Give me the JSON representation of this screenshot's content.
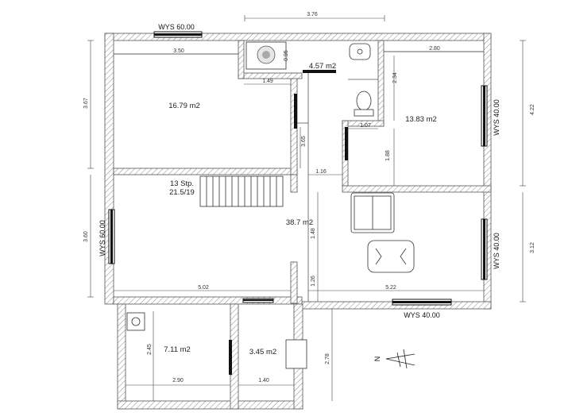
{
  "rooms": [
    {
      "area": "16.79 m2"
    },
    {
      "area": "4.57 m2"
    },
    {
      "area": "13.83 m2"
    },
    {
      "area": "38.7 m2"
    },
    {
      "area": "7.11 m2"
    },
    {
      "area": "3.45 m2"
    }
  ],
  "stairs": {
    "steps": "13 Stp.",
    "ratio": "21.5/19"
  },
  "windows": [
    {
      "label": "WYS 60.00"
    },
    {
      "label": "WYS 40.00"
    },
    {
      "label": "WYS 40.00"
    },
    {
      "label": "WYS 60.00"
    },
    {
      "label": "WYS 40.00"
    }
  ],
  "dimensions": [
    "3.76",
    "3.50",
    "0.95",
    "2.80",
    "2.34",
    "1.49",
    "3.67",
    "3.65",
    "4.22",
    "1.07",
    "1.88",
    "1.16",
    "3.60",
    "1.48",
    "3.12",
    "1.26",
    "5.02",
    "5.22",
    "2.45",
    "2.78",
    "2.90",
    "1.40"
  ],
  "north": "N"
}
